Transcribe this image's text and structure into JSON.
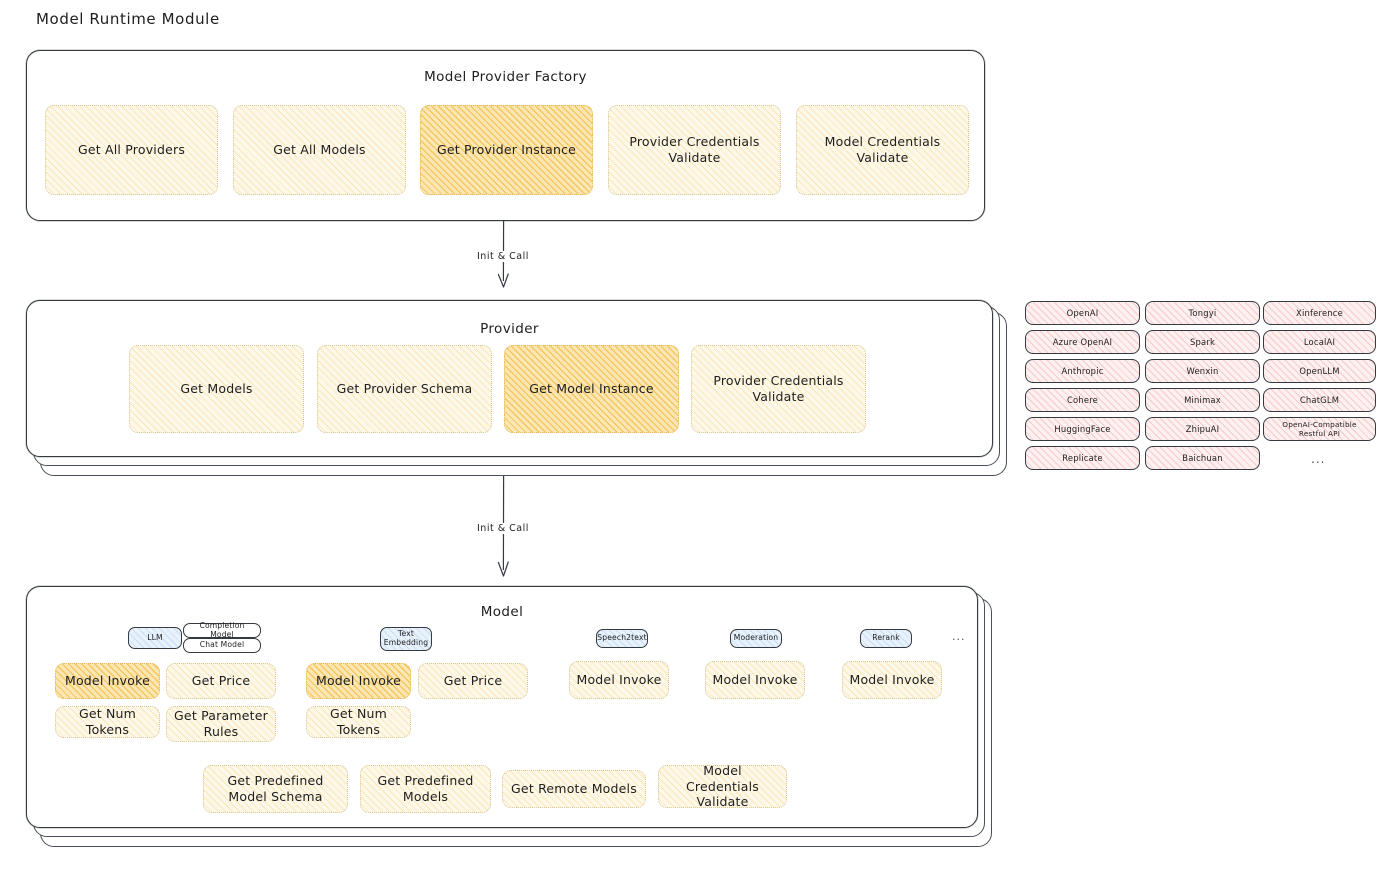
{
  "page": {
    "title": "Model Runtime Module"
  },
  "arrows": [
    {
      "label": "Init & Call"
    },
    {
      "label": "Init & Call"
    }
  ],
  "factory": {
    "title": "Model Provider Factory",
    "items": [
      {
        "label": "Get All Providers",
        "highlight": false
      },
      {
        "label": "Get All Models",
        "highlight": false
      },
      {
        "label": "Get Provider Instance",
        "highlight": true
      },
      {
        "label": "Provider Credentials Validate",
        "highlight": false
      },
      {
        "label": "Model Credentials Validate",
        "highlight": false
      }
    ]
  },
  "provider": {
    "title": "Provider",
    "items": [
      {
        "label": "Get Models",
        "highlight": false
      },
      {
        "label": "Get Provider Schema",
        "highlight": false
      },
      {
        "label": "Get Model Instance",
        "highlight": true
      },
      {
        "label": "Provider Credentials Validate",
        "highlight": false
      }
    ]
  },
  "providers_list": {
    "columns": [
      {
        "chips": [
          "OpenAI",
          "Azure OpenAI",
          "Anthropic",
          "Cohere",
          "HuggingFace",
          "Replicate"
        ]
      },
      {
        "chips": [
          "Tongyi",
          "Spark",
          "Wenxin",
          "Minimax",
          "ZhipuAI",
          "Baichuan"
        ]
      },
      {
        "chips": [
          "Xinference",
          "LocalAI",
          "OpenLLM",
          "ChatGLM",
          "OpenAI-Compatible Restful API"
        ]
      }
    ],
    "more": "..."
  },
  "model": {
    "title": "Model",
    "more": "...",
    "columns": [
      {
        "badges": [
          {
            "label": "LLM",
            "style": "blue"
          },
          {
            "label": "Completion Model",
            "style": "white"
          },
          {
            "label": "Chat Model",
            "style": "white"
          }
        ],
        "items": [
          {
            "label": "Model Invoke",
            "highlight": true
          },
          {
            "label": "Get Price",
            "highlight": false
          },
          {
            "label": "Get Num Tokens",
            "highlight": false
          },
          {
            "label": "Get Parameter Rules",
            "highlight": false
          }
        ]
      },
      {
        "badges": [
          {
            "label": "Text Embedding",
            "style": "blue"
          }
        ],
        "items": [
          {
            "label": "Model Invoke",
            "highlight": true
          },
          {
            "label": "Get Price",
            "highlight": false
          },
          {
            "label": "Get Num Tokens",
            "highlight": false
          }
        ]
      },
      {
        "badges": [
          {
            "label": "Speech2text",
            "style": "blue"
          }
        ],
        "items": [
          {
            "label": "Model Invoke",
            "highlight": false
          }
        ]
      },
      {
        "badges": [
          {
            "label": "Moderation",
            "style": "blue"
          }
        ],
        "items": [
          {
            "label": "Model Invoke",
            "highlight": false
          }
        ]
      },
      {
        "badges": [
          {
            "label": "Rerank",
            "style": "blue"
          }
        ],
        "items": [
          {
            "label": "Model Invoke",
            "highlight": false
          }
        ]
      }
    ],
    "shared": [
      {
        "label": "Get Predefined Model Schema"
      },
      {
        "label": "Get Predefined Models"
      },
      {
        "label": "Get Remote Models"
      },
      {
        "label": "Model Credentials Validate"
      }
    ]
  }
}
